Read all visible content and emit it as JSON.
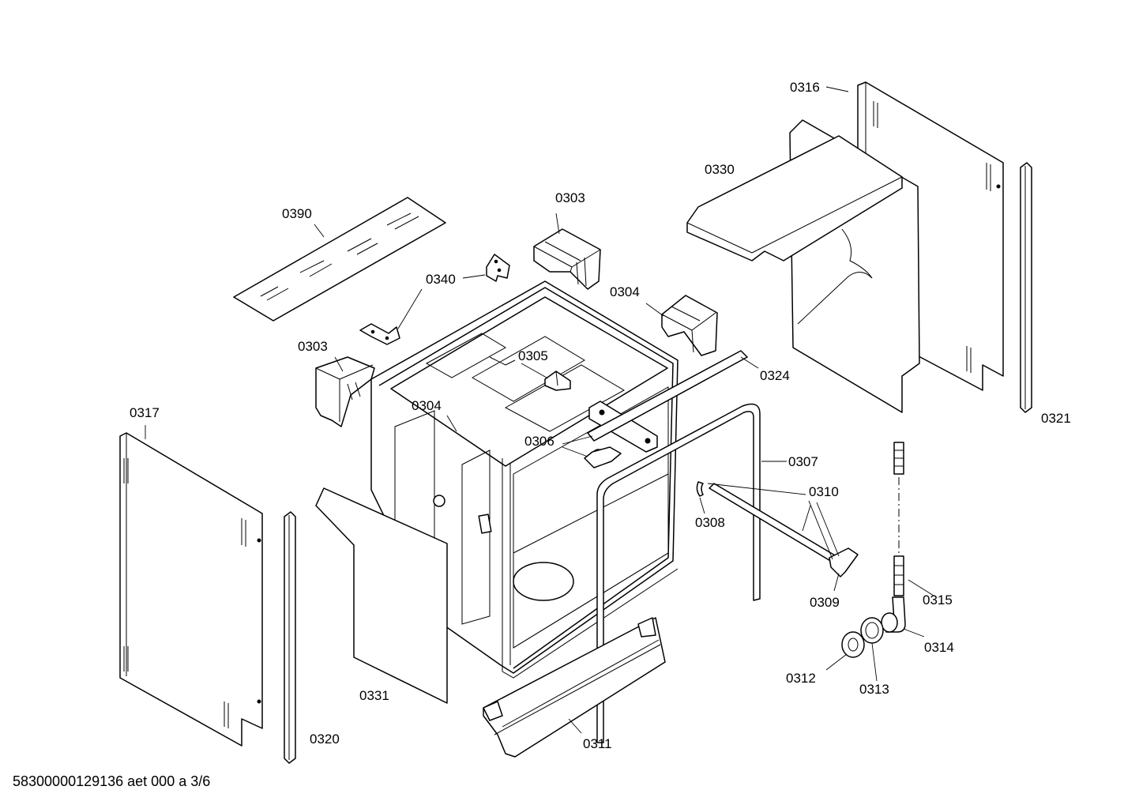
{
  "document_ref": "58300000129136 aet 000 a 3/6",
  "parts": [
    {
      "id": "0303",
      "label": "0303"
    },
    {
      "id": "0303b",
      "label": "0303"
    },
    {
      "id": "0304",
      "label": "0304"
    },
    {
      "id": "0304b",
      "label": "0304"
    },
    {
      "id": "0305",
      "label": "0305"
    },
    {
      "id": "0306",
      "label": "0306"
    },
    {
      "id": "0307",
      "label": "0307"
    },
    {
      "id": "0308",
      "label": "0308"
    },
    {
      "id": "0309",
      "label": "0309"
    },
    {
      "id": "0310",
      "label": "0310"
    },
    {
      "id": "0311",
      "label": "0311"
    },
    {
      "id": "0312",
      "label": "0312"
    },
    {
      "id": "0313",
      "label": "0313"
    },
    {
      "id": "0314",
      "label": "0314"
    },
    {
      "id": "0315",
      "label": "0315"
    },
    {
      "id": "0316",
      "label": "0316"
    },
    {
      "id": "0317",
      "label": "0317"
    },
    {
      "id": "0320",
      "label": "0320"
    },
    {
      "id": "0321",
      "label": "0321"
    },
    {
      "id": "0324",
      "label": "0324"
    },
    {
      "id": "0330",
      "label": "0330"
    },
    {
      "id": "0331",
      "label": "0331"
    },
    {
      "id": "0340",
      "label": "0340"
    },
    {
      "id": "0390",
      "label": "0390"
    }
  ]
}
